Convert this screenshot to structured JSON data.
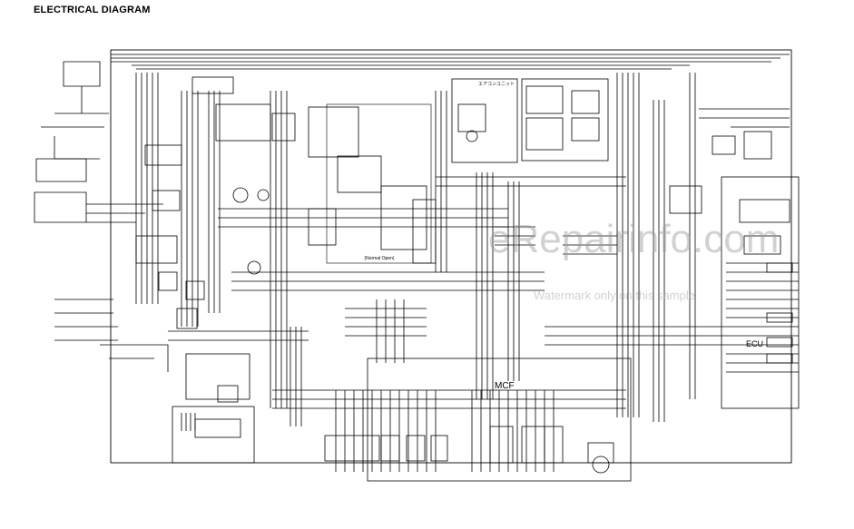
{
  "page_title": "ELECTRICAL DIAGRAM",
  "labels": {
    "mcf": "MCF",
    "ecu": "ECU",
    "normal_open": "(Normal Open)",
    "aircon_unit": "エアコンユニット"
  },
  "watermark": {
    "main": "eRepairinfo.com",
    "sub": "Watermark only on this sample"
  },
  "colors": {
    "ink": "#000000",
    "watermark": "#9a9a9a"
  }
}
